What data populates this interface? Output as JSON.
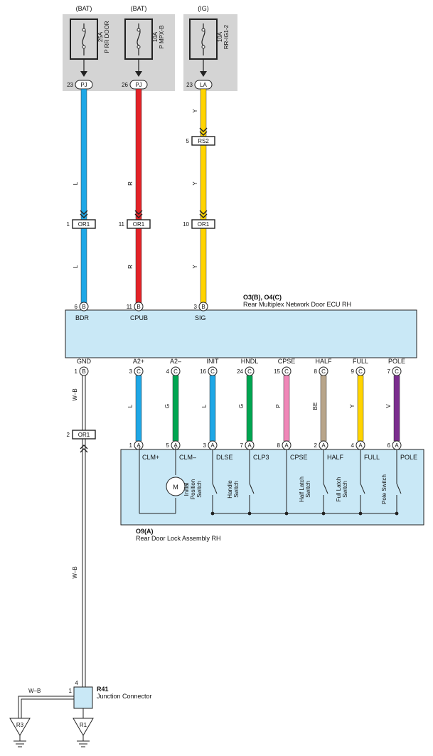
{
  "fuses": [
    {
      "source": "(BAT)",
      "rating": "25A",
      "name": "P RR DOOR",
      "pin": "23",
      "conn": "PJ",
      "color": "#1ea7e6",
      "code": "L"
    },
    {
      "source": "(BAT)",
      "rating": "10A",
      "name": "P MPX-B",
      "pin": "26",
      "conn": "PJ",
      "color": "#e42227",
      "code": "R"
    },
    {
      "source": "(IG)",
      "rating": "10A",
      "name": "RR-IG1-2",
      "pin": "23",
      "conn": "LA",
      "color": "#ffd400",
      "code": "Y"
    }
  ],
  "rs2": {
    "pin": "5",
    "conn": "RS2"
  },
  "or1_top": [
    {
      "pin": "1",
      "conn": "OR1"
    },
    {
      "pin": "11",
      "conn": "OR1"
    },
    {
      "pin": "10",
      "conn": "OR1"
    }
  ],
  "ecu": {
    "id": "O3(B), O4(C)",
    "name": "Rear Multiplex Network Door ECU RH",
    "top_pins": [
      {
        "pin": "6",
        "conn": "B",
        "label": "BDR"
      },
      {
        "pin": "11",
        "conn": "B",
        "label": "CPUB"
      },
      {
        "pin": "3",
        "conn": "B",
        "label": "SIG"
      }
    ],
    "bottom_pins": [
      {
        "pin": "1",
        "conn": "B",
        "label": "GND"
      },
      {
        "pin": "3",
        "conn": "C",
        "label": "A2+"
      },
      {
        "pin": "4",
        "conn": "C",
        "label": "A2–"
      },
      {
        "pin": "16",
        "conn": "C",
        "label": "INIT"
      },
      {
        "pin": "24",
        "conn": "C",
        "label": "HNDL"
      },
      {
        "pin": "15",
        "conn": "C",
        "label": "CPSE"
      },
      {
        "pin": "8",
        "conn": "C",
        "label": "HALF"
      },
      {
        "pin": "9",
        "conn": "C",
        "label": "FULL"
      },
      {
        "pin": "7",
        "conn": "C",
        "label": "POLE"
      }
    ]
  },
  "wires_bottom": [
    {
      "code": "L",
      "color": "#1ea7e6"
    },
    {
      "code": "G",
      "color": "#00a651"
    },
    {
      "code": "L",
      "color": "#1ea7e6"
    },
    {
      "code": "G",
      "color": "#00a651"
    },
    {
      "code": "P",
      "color": "#f087b8"
    },
    {
      "code": "BE",
      "color": "#b8a58a"
    },
    {
      "code": "Y",
      "color": "#ffd400"
    },
    {
      "code": "V",
      "color": "#7b2d8e"
    }
  ],
  "lock": {
    "id": "O9(A)",
    "name": "Rear Door Lock Assembly RH",
    "pins": [
      {
        "pin": "1",
        "conn": "A",
        "label": "CLM+"
      },
      {
        "pin": "5",
        "conn": "A",
        "label": "CLM–"
      },
      {
        "pin": "3",
        "conn": "A",
        "label": "DLSE"
      },
      {
        "pin": "7",
        "conn": "A",
        "label": "CLP3"
      },
      {
        "pin": "8",
        "conn": "A",
        "label": "CPSE"
      },
      {
        "pin": "2",
        "conn": "A",
        "label": "HALF"
      },
      {
        "pin": "4",
        "conn": "A",
        "label": "FULL"
      },
      {
        "pin": "6",
        "conn": "A",
        "label": "POLE"
      }
    ],
    "motor": "M",
    "switches": [
      "Initial Position Switch",
      "Handle Switch",
      "Half Latch Switch",
      "Full Latch Switch",
      "Pole Switch"
    ]
  },
  "ground_wire": {
    "code": "W–B",
    "color": "#555555"
  },
  "or1_bottom": {
    "pin": "2",
    "conn": "OR1"
  },
  "junction": {
    "id": "R41",
    "name": "Junction Connector",
    "pin_top": "4",
    "pin_left": "1"
  },
  "grounds": [
    "R3",
    "R1"
  ]
}
